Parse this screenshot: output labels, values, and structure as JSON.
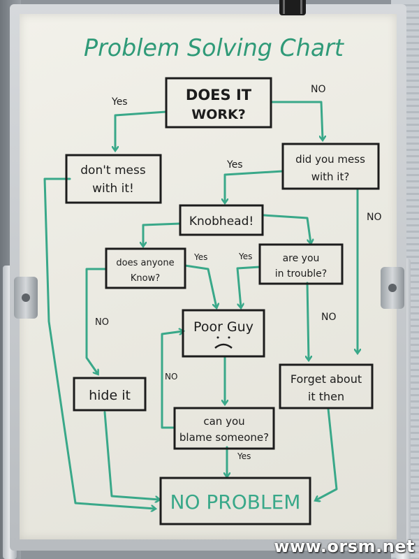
{
  "title": "Problem Solving Chart",
  "nodes": {
    "does_it_work": [
      "DOES IT",
      "WORK?"
    ],
    "dont_mess": [
      "don't mess",
      "with it!"
    ],
    "did_you_mess": [
      "did you mess",
      "with it?"
    ],
    "knobhead": "Knobhead!",
    "does_anyone_know": [
      "does anyone",
      "Know?"
    ],
    "are_you_in_trouble": [
      "are you",
      "in trouble?"
    ],
    "poor_guy": "Poor Guy",
    "hide_it": "hide it",
    "forget_about": [
      "Forget about",
      "it then"
    ],
    "blame_someone": [
      "can you",
      "blame someone?"
    ],
    "no_problem": "NO PROBLEM"
  },
  "edge_labels": {
    "yes_1": "Yes",
    "no_1": "NO",
    "yes_2": "Yes",
    "no_2": "NO",
    "yes_3": "Yes",
    "yes_4": "Yes",
    "no_3": "NO",
    "no_4": "NO",
    "no_5": "NO",
    "yes_5": "Yes"
  },
  "watermark": "www.orsm.net",
  "colors": {
    "arrows": "#39a889",
    "ink": "#1c1c1c",
    "title": "#2f9a78",
    "board": "#eeede5"
  }
}
